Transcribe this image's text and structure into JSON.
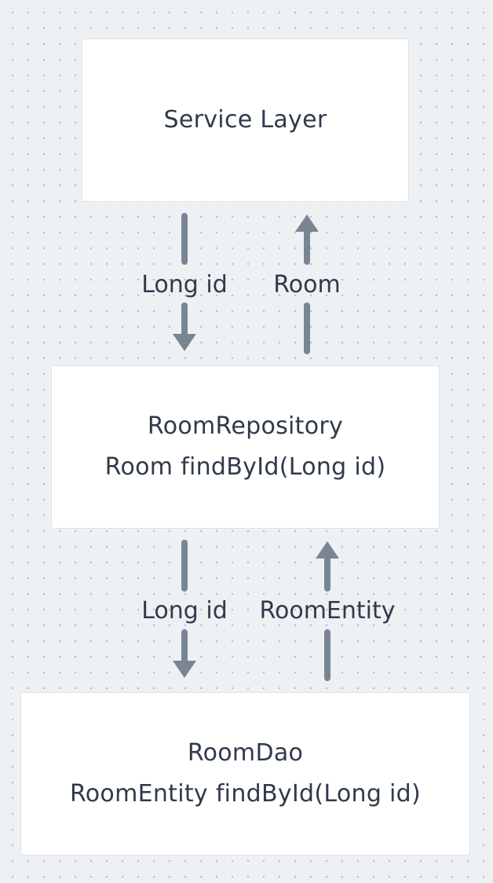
{
  "diagram": {
    "boxes": {
      "service": {
        "lines": [
          "Service Layer"
        ]
      },
      "repository": {
        "lines": [
          "RoomRepository",
          "Room findById(Long id)"
        ]
      },
      "dao": {
        "lines": [
          "RoomDao",
          "RoomEntity findById(Long id)"
        ]
      }
    },
    "arrows": {
      "service_to_repo_down": {
        "label": "Long id",
        "direction": "down"
      },
      "repo_to_service_up": {
        "label": "Room",
        "direction": "up"
      },
      "repo_to_dao_down": {
        "label": "Long id",
        "direction": "down"
      },
      "dao_to_repo_up": {
        "label": "RoomEntity",
        "direction": "up"
      }
    },
    "colors": {
      "background": "#eef1f4",
      "box_fill": "#ffffff",
      "arrow": "#7a8594",
      "text": "#2f3a4a"
    }
  }
}
